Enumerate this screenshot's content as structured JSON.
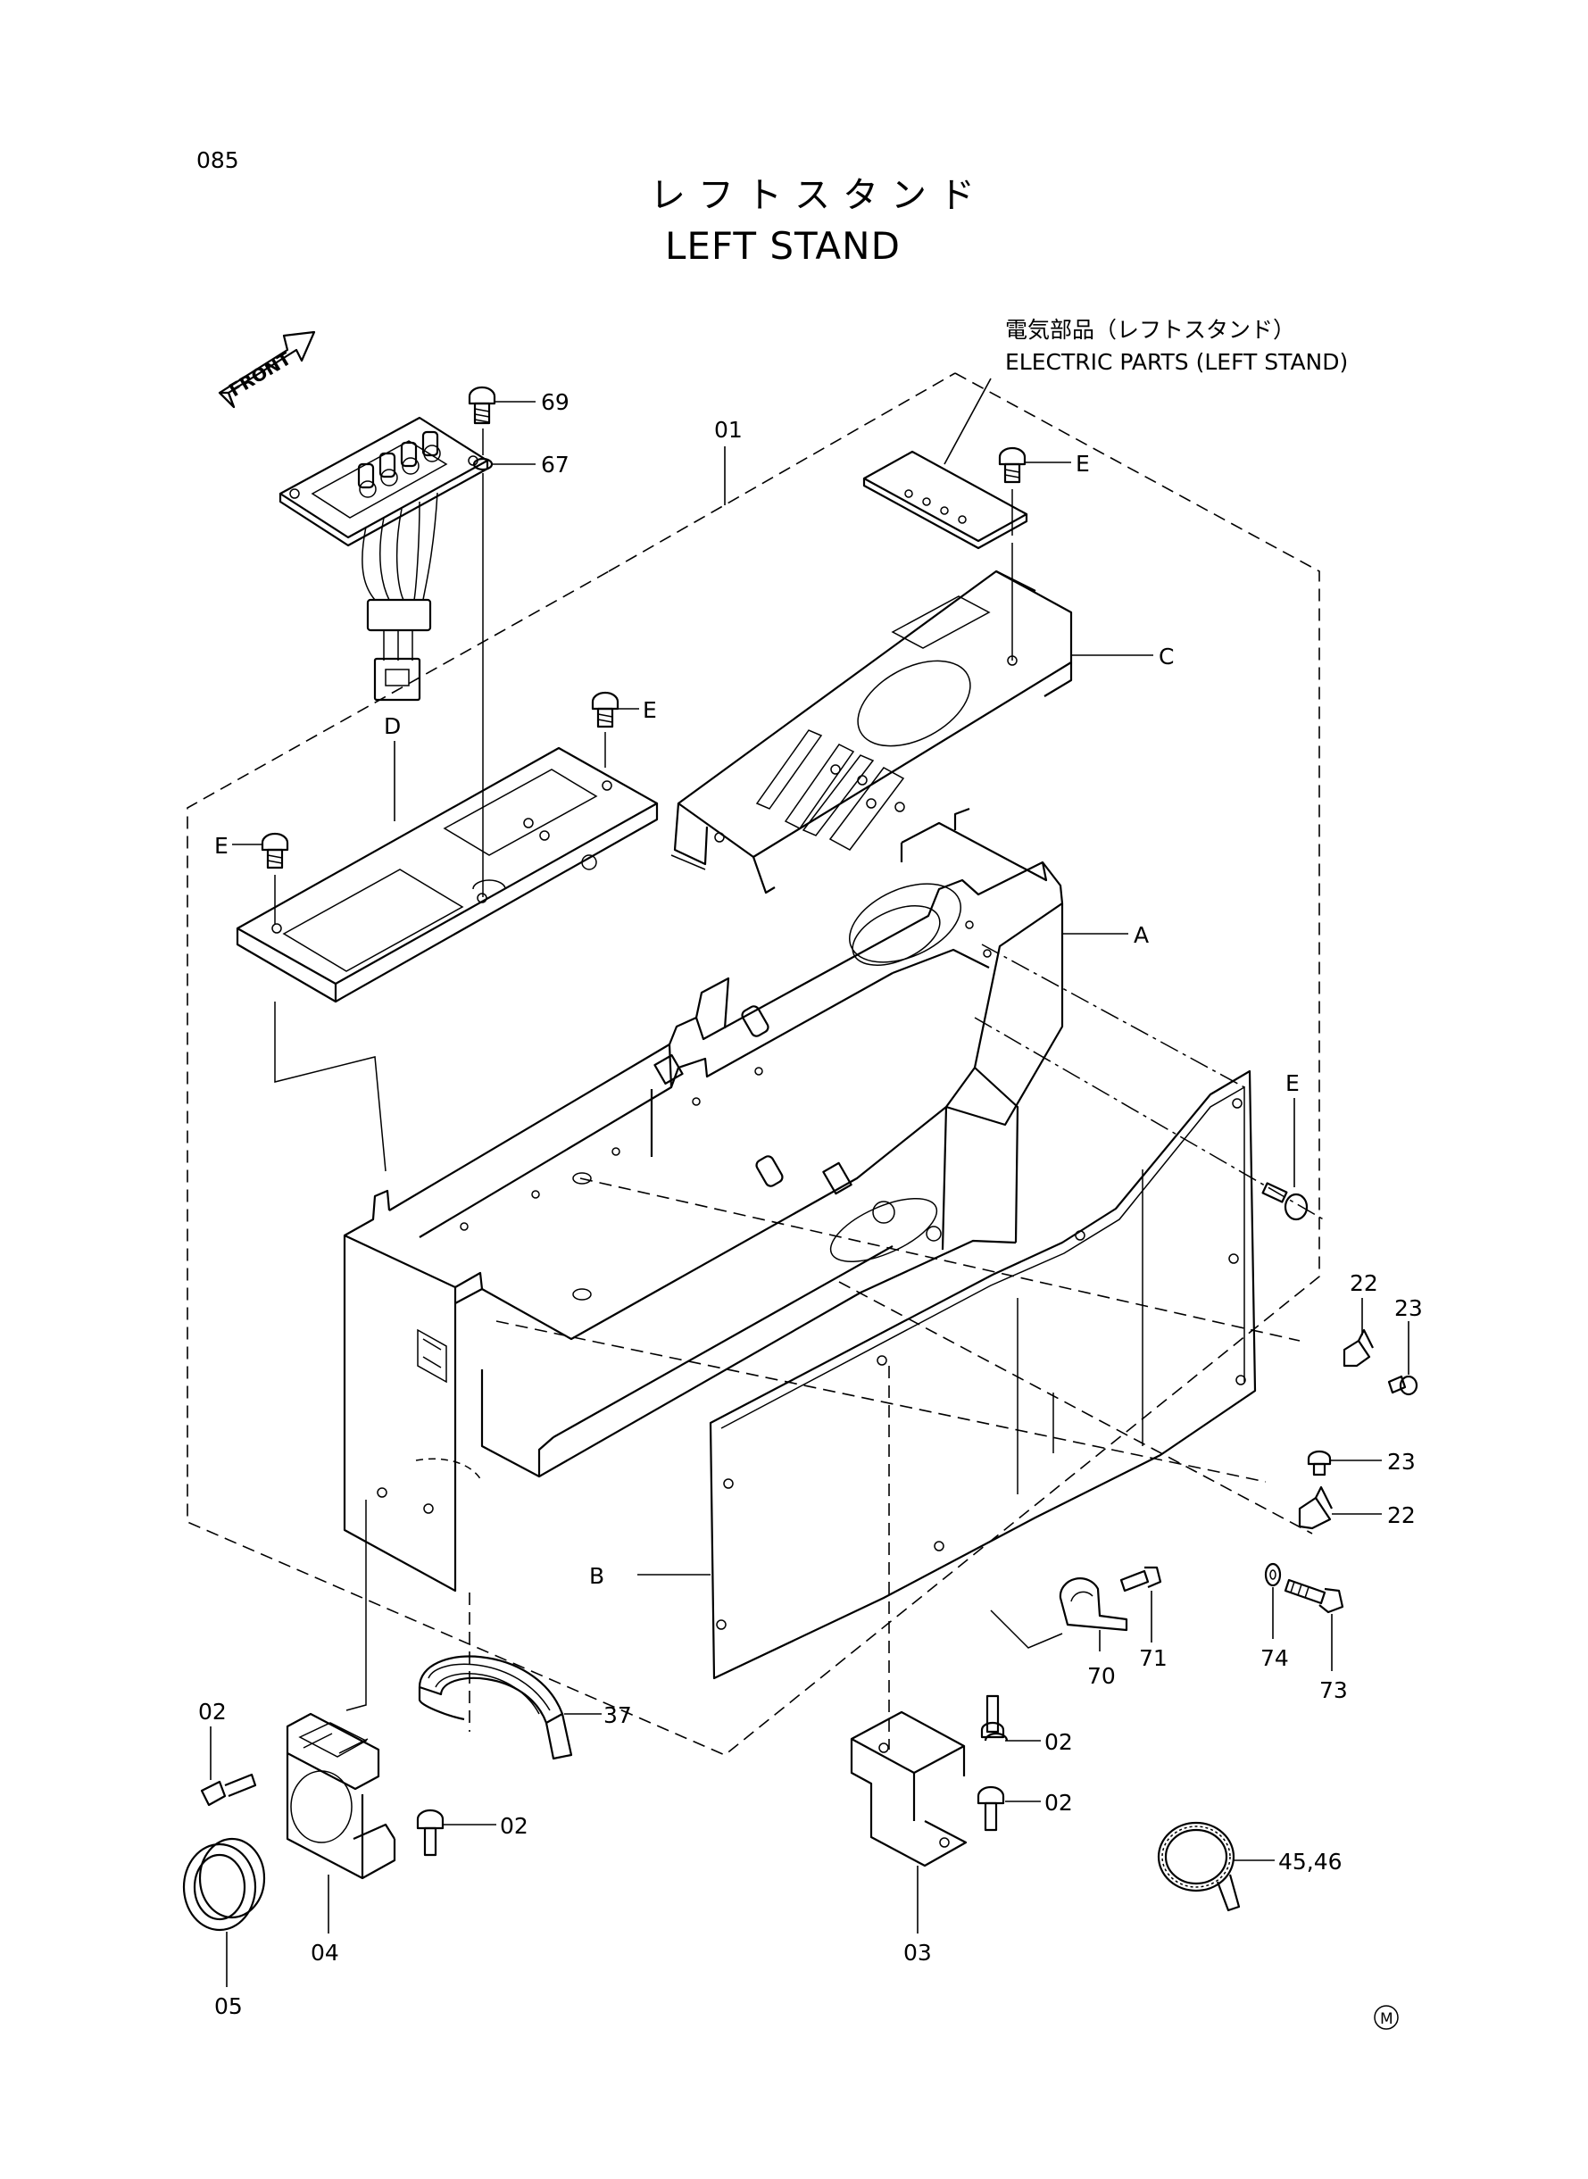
{
  "page_number": "085",
  "title_jp": "レフトスタンド",
  "title_en": "LEFT STAND",
  "front_badge": "FRONT",
  "callout": {
    "jp": "電気部品（レフトスタンド）",
    "en": "ELECTRIC PARTS (LEFT STAND)"
  },
  "labels": {
    "l69": "69",
    "l67": "67",
    "l01": "01",
    "lE1": "E",
    "lC": "C",
    "lD": "D",
    "lE2": "E",
    "lE3": "E",
    "lA": "A",
    "lE4": "E",
    "l22a": "22",
    "l23a": "23",
    "l23b": "23",
    "l22b": "22",
    "lB": "B",
    "l74": "74",
    "l73": "73",
    "l71": "71",
    "l70": "70",
    "l37": "37",
    "l02a": "02",
    "l02b": "02",
    "l02c": "02",
    "l02d": "02",
    "l04": "04",
    "l05": "05",
    "l03": "03",
    "l4546": "45,46"
  },
  "mark": "M"
}
